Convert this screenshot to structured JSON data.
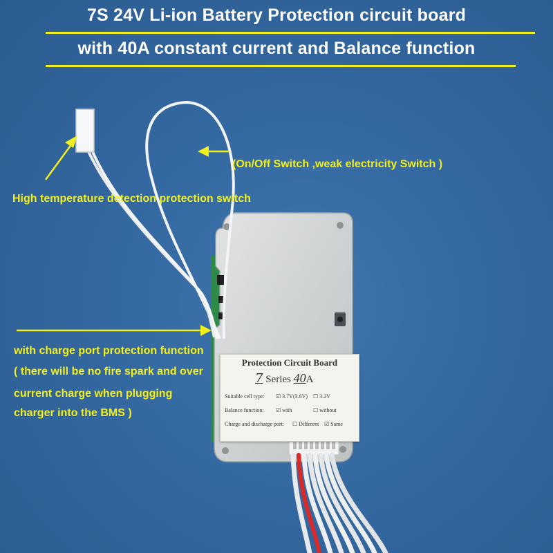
{
  "headline": {
    "line1": "7S 24V Li-ion Battery Protection circuit board",
    "line2": "with 40A constant current and Balance function"
  },
  "callouts": {
    "switch_note": "(On/Off Switch ,weak electricity  Switch )",
    "temperature_note": "High temperature detection protection switch",
    "charge_port": [
      "with charge port protection function",
      "( there will be  no fire spark and over",
      "current charge when plugging",
      "charger into the BMS )"
    ]
  },
  "board_label": {
    "title": "Protection Circuit Board",
    "series_number": "7",
    "series_word": "Series",
    "amps": "40",
    "amp_unit": "A",
    "cell_type_label": "Suitable cell type:",
    "cell_option_a": "3.7V(3.6V)",
    "cell_option_b": "3.2V",
    "balance_label": "Balance function:",
    "balance_option_a": "with",
    "balance_option_b": "without",
    "port_label": "Charge and discharge port:",
    "port_option_a": "Different",
    "port_option_b": "Same"
  },
  "colors": {
    "background": "#3468a0",
    "caption": "#f3ef1c",
    "headline": "#ffffff",
    "underline": "#f2ef1e"
  }
}
